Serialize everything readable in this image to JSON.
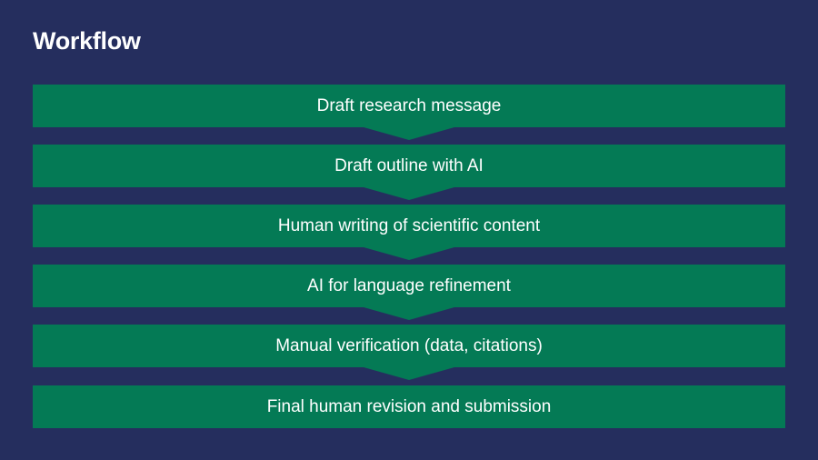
{
  "title": "Workflow",
  "colors": {
    "background": "#252e5e",
    "step_fill": "#047a55",
    "text": "#ffffff"
  },
  "steps": [
    {
      "label": "Draft research message"
    },
    {
      "label": "Draft outline with AI"
    },
    {
      "label": "Human writing of scientific content"
    },
    {
      "label": "AI for language refinement"
    },
    {
      "label": "Manual verification (data, citations)"
    },
    {
      "label": "Final human revision and submission"
    }
  ]
}
